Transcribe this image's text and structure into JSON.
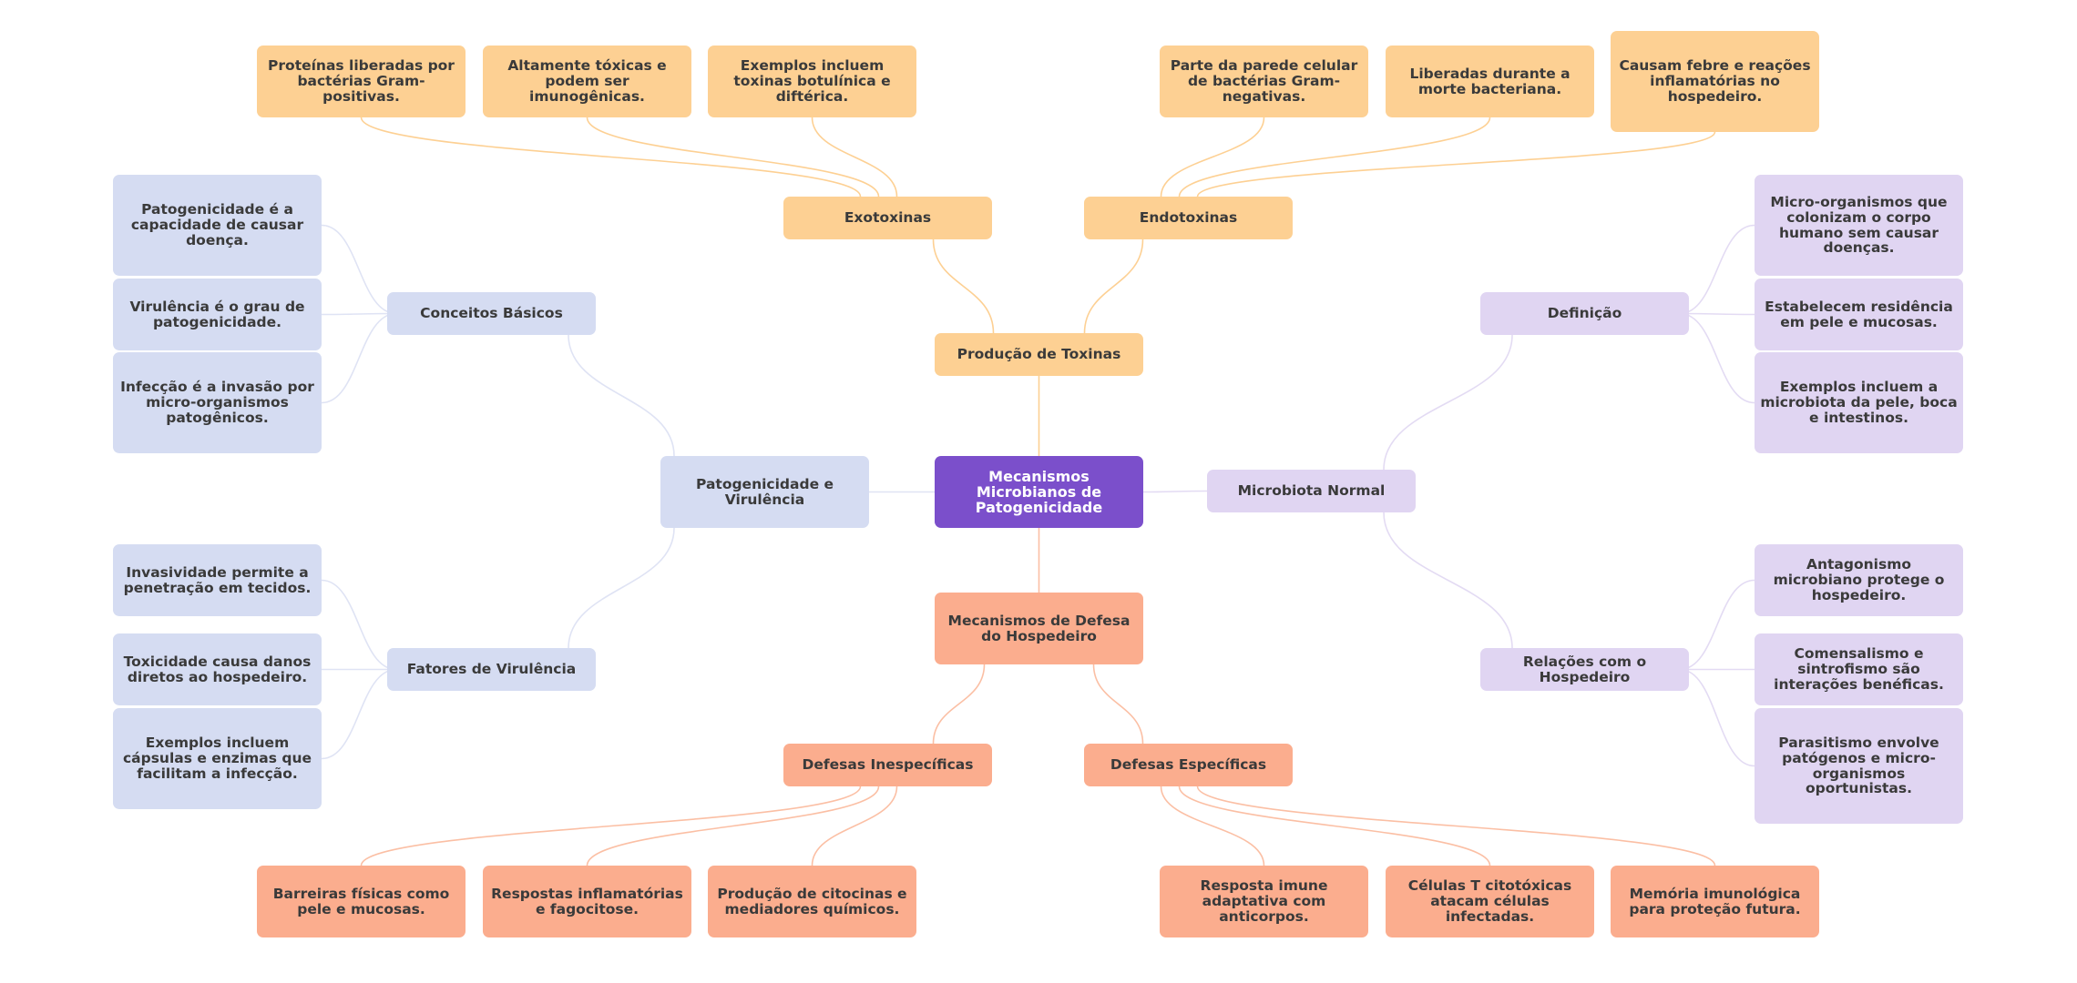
{
  "colors": {
    "root": "#7b4fcb",
    "toxins": "#fdd093",
    "toxins_line": "#fdd093",
    "patho": "#d5dcf2",
    "patho_line": "#dfe3f4",
    "micro": "#e0d5f2",
    "micro_line": "#e3dbf3",
    "defense": "#fbad8e",
    "defense_line": "#fbbfa4"
  },
  "mindmap": {
    "root": "Mecanismos Microbianos de Patogenicidade",
    "toxins": {
      "label": "Produção de Toxinas",
      "exotoxins": {
        "label": "Exotoxinas",
        "leaves": [
          "Proteínas liberadas por bactérias Gram-positivas.",
          "Altamente tóxicas e podem ser imunogênicas.",
          "Exemplos incluem toxinas botulínica e diftérica."
        ]
      },
      "endotoxins": {
        "label": "Endotoxinas",
        "leaves": [
          "Parte da parede celular de bactérias Gram-negativas.",
          "Liberadas durante a morte bacteriana.",
          "Causam febre e reações inflamatórias no hospedeiro."
        ]
      }
    },
    "pathogenicity": {
      "label": "Patogenicidade e Virulência",
      "basic": {
        "label": "Conceitos Básicos",
        "leaves": [
          "Patogenicidade é a capacidade de causar doença.",
          "Virulência é o grau de patogenicidade.",
          "Infecção é a invasão por micro-organismos patogênicos."
        ]
      },
      "factors": {
        "label": "Fatores de Virulência",
        "leaves": [
          "Invasividade permite a penetração em tecidos.",
          "Toxicidade causa danos diretos ao hospedeiro.",
          "Exemplos incluem cápsulas e enzimas que facilitam a infecção."
        ]
      }
    },
    "microbiota": {
      "label": "Microbiota Normal",
      "definition": {
        "label": "Definição",
        "leaves": [
          "Micro-organismos que colonizam o corpo humano sem causar doenças.",
          "Estabelecem residência em pele e mucosas.",
          "Exemplos incluem a microbiota da pele, boca e intestinos."
        ]
      },
      "relations": {
        "label": "Relações com o Hospedeiro",
        "leaves": [
          "Antagonismo microbiano protege o hospedeiro.",
          "Comensalismo e sintrofismo são interações benéficas.",
          "Parasitismo envolve patógenos e micro-organismos oportunistas."
        ]
      }
    },
    "defense": {
      "label": "Mecanismos de Defesa do Hospedeiro",
      "nonspecific": {
        "label": "Defesas Inespecíficas",
        "leaves": [
          "Barreiras físicas como pele e mucosas.",
          "Respostas inflamatórias e fagocitose.",
          "Produção de citocinas e mediadores químicos."
        ]
      },
      "specific": {
        "label": "Defesas Específicas",
        "leaves": [
          "Resposta imune adaptativa com anticorpos.",
          "Células T citotóxicas atacam células infectadas.",
          "Memória imunológica para proteção futura."
        ]
      }
    }
  }
}
